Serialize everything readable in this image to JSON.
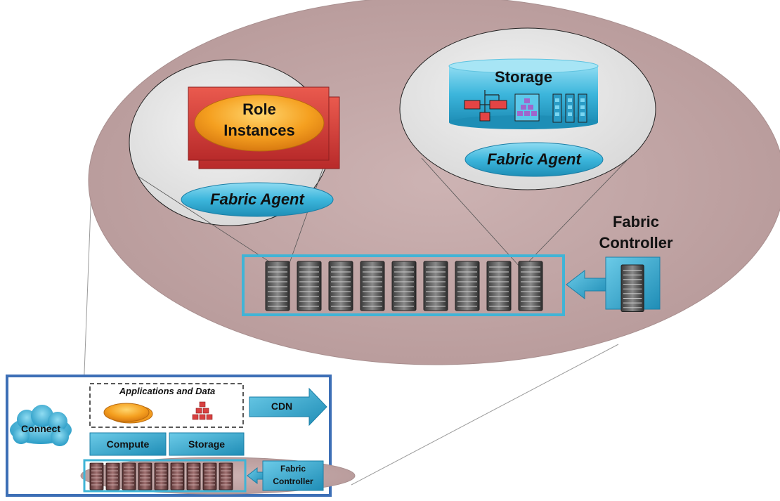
{
  "main": {
    "role_title": "Role",
    "role_subtitle": "Instances",
    "storage_title": "Storage",
    "agent_left": "Fabric Agent",
    "agent_right": "Fabric Agent",
    "controller_line1": "Fabric",
    "controller_line2": "Controller"
  },
  "inset": {
    "apps_title": "Applications and Data",
    "connect": "Connect",
    "cdn": "CDN",
    "compute": "Compute",
    "storage": "Storage",
    "controller_line1": "Fabric",
    "controller_line2": "Controller"
  },
  "colors": {
    "big_ellipse": "#c3a9a9",
    "node_ellipse": "#e6e6e6",
    "accent_blue": "#3eaccf",
    "role_red": "#d63a3a",
    "role_orange": "#f29a1e",
    "inset_border": "#3d6fb6"
  }
}
